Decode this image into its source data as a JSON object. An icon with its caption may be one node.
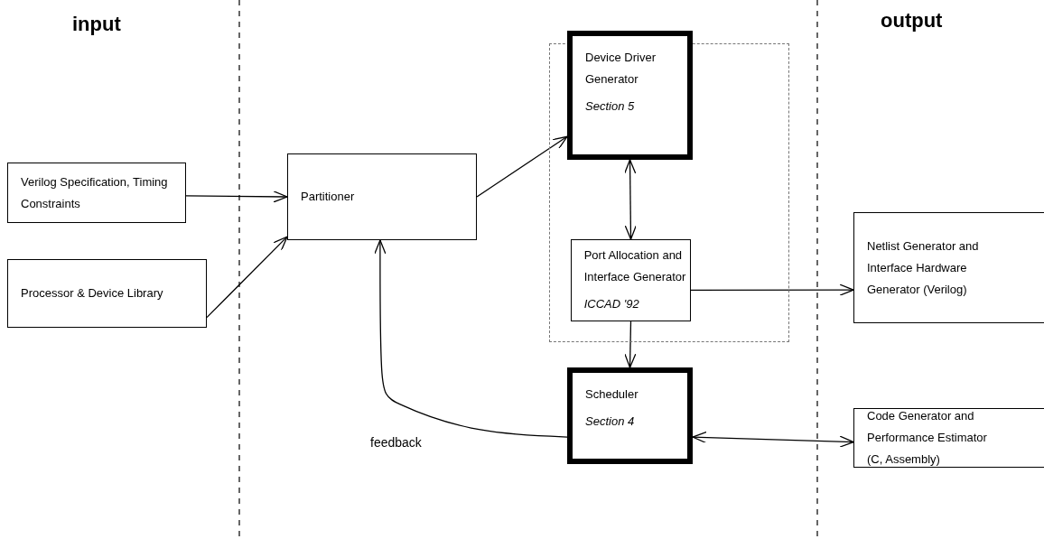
{
  "diagram": {
    "nodes": [
      {
        "text": [
          "Verilog Specification, Timing Constraints"
        ]
      },
      {
        "text": [
          "Processor & Device Library"
        ]
      },
      {
        "text": [
          "Partitioner"
        ]
      },
      {
        "text": [],
        "shape": "box"
      },
      {
        "text": [
          "Device Driver Generator",
          "Section 5"
        ]
      },
      {
        "text": [
          "Port Allocation and Interface Generator",
          "ICCAD '92"
        ],
        "in": 3
      },
      {
        "text": [
          "Scheduler",
          "Section 4"
        ]
      },
      {
        "text": [
          "Netlist Generator and Interface Hardware Generator (Verilog)"
        ]
      },
      {
        "text": [
          "Code Generator and Performance Estimator (C, Assembly)"
        ]
      }
    ],
    "edges": [
      {
        "from": 0,
        "to": 2,
        "arrow": "to"
      },
      {
        "from": 1,
        "to": 2,
        "arrow": "to"
      },
      {
        "from": 2,
        "to": 4,
        "arrow": "to"
      },
      {
        "from": 4,
        "to": 5,
        "arrow": "both"
      },
      {
        "from": 5,
        "to": 7,
        "arrow": "to"
      },
      {
        "from": 5,
        "to": 6,
        "arrow": "to"
      },
      {
        "from": 6,
        "to": 2,
        "arrow": "to",
        "label": "feedback"
      },
      {
        "from": 6,
        "to": 8,
        "arrow": "both"
      }
    ],
    "labels": [
      "input",
      "output"
    ]
  }
}
